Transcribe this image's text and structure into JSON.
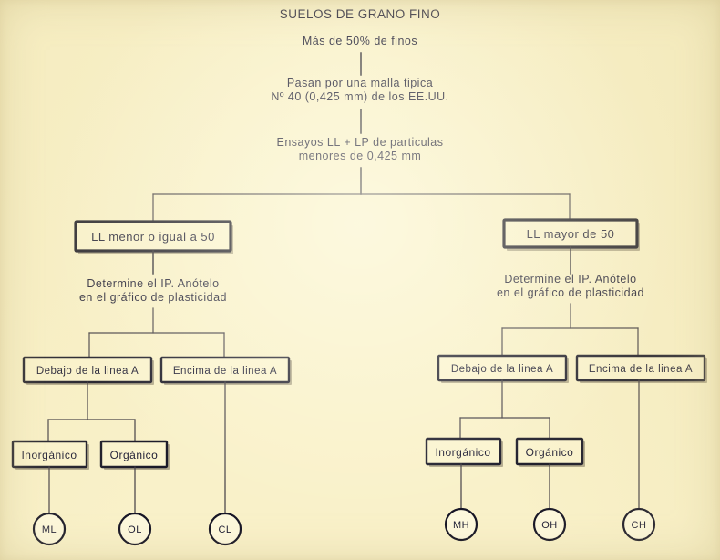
{
  "diagram": {
    "title": "SUELOS DE GRANO FINO",
    "background_color": "#f9f1c9",
    "ink_color": "#1c1b33"
  },
  "stem": {
    "criterion_1": "Más de 50% de finos",
    "criterion_2_line1": "Pasan por una malla tipica",
    "criterion_2_line2": "Nº 40 (0,425 mm) de los EE.UU.",
    "criterion_3_line1": "Ensayos LL + LP de particulas",
    "criterion_3_line2": "menores de 0,425 mm"
  },
  "branches": {
    "left": {
      "decision": "LL menor o igual a 50",
      "note_line1": "Determine el IP. Anótelo",
      "note_line2": "en el gráfico de plasticidad",
      "line_below": "Debajo de la linea A",
      "line_above": "Encima de la linea A",
      "inorganic": "Inorgánico",
      "organic": "Orgánico",
      "symbol_inorganic": "ML",
      "symbol_organic": "OL",
      "symbol_above": "CL"
    },
    "right": {
      "decision": "LL mayor de 50",
      "note_line1": "Determine el IP. Anótelo",
      "note_line2": "en el gráfico de plasticidad",
      "line_below": "Debajo de la linea A",
      "line_above": "Encima de la linea A",
      "inorganic": "Inorgánico",
      "organic": "Orgánico",
      "symbol_inorganic": "MH",
      "symbol_organic": "OH",
      "symbol_above": "CH"
    }
  }
}
